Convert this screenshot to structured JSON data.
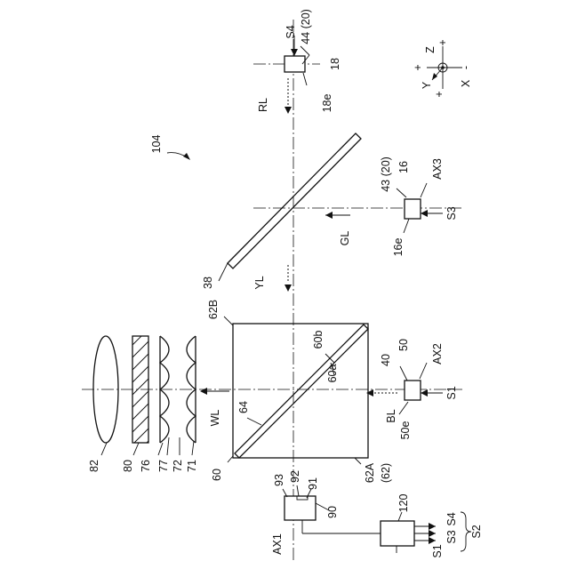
{
  "figure_label": "104",
  "labels": {
    "s1": "S1",
    "s2": "S2",
    "s3": "S3",
    "s4": "S4",
    "ref_120": "120",
    "s1_b": "S1",
    "s3_b": "S3",
    "s4_b": "S4",
    "ax1": "AX1",
    "ax2": "AX2",
    "ax3": "AX3",
    "wl": "WL",
    "bl": "BL",
    "gl": "GL",
    "yl": "YL",
    "rl": "RL",
    "r16": "16",
    "r16e": "16e",
    "r18": "18",
    "r18e": "18e",
    "r38": "38",
    "r40": "40",
    "r43": "43 (20)",
    "r44": "44 (20)",
    "r50": "50",
    "r50e": "50e",
    "r60": "60",
    "r60a": "60a",
    "r60b": "60b",
    "r62a": "62A",
    "r62": "(62)",
    "r62b": "62B",
    "r64": "64",
    "r71": "71",
    "r72": "72",
    "r76": "76",
    "r77": "77",
    "r80": "80",
    "r82": "82",
    "r90": "90",
    "r91": "91",
    "r92": "92",
    "r93": "93"
  },
  "coordinate_axes": {
    "z": "Z",
    "y": "Y",
    "x": "X",
    "plus_left": "+",
    "plus_top": "+",
    "plus_bottom": "+",
    "minus_right": "-"
  }
}
